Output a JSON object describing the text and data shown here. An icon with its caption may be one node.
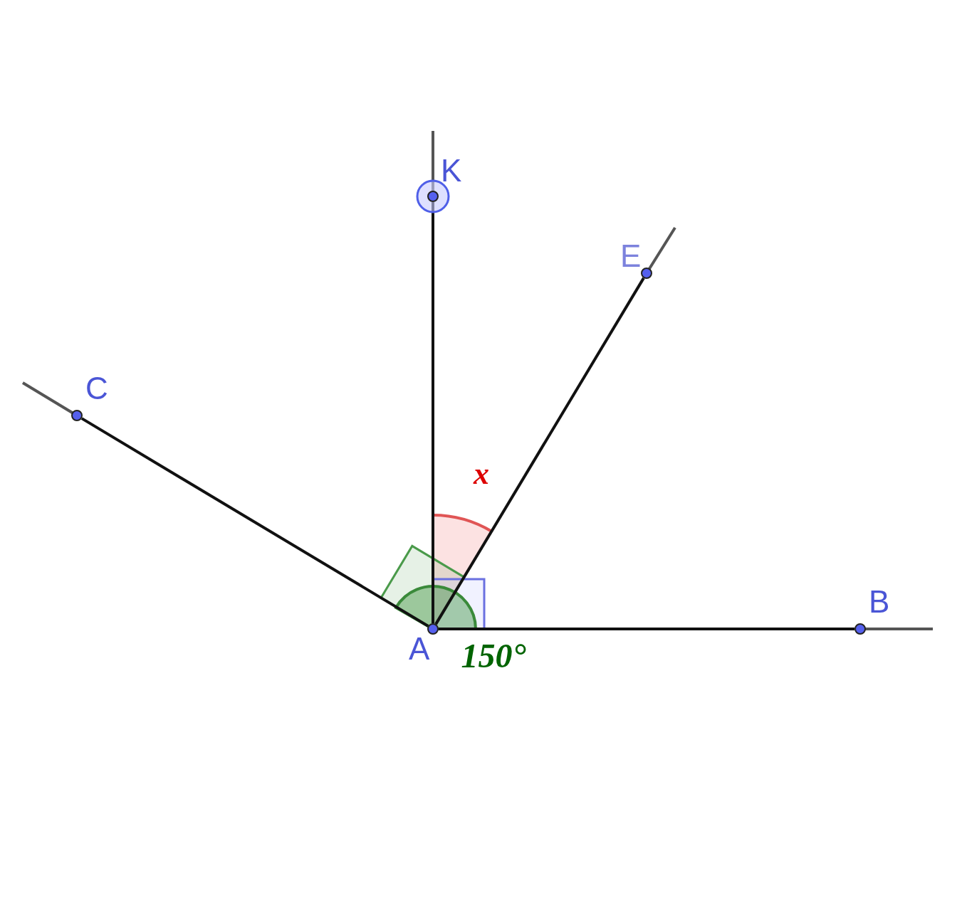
{
  "diagram": {
    "nodes": [
      {
        "text": [],
        "shape": "circle",
        "beside": [
          "K"
        ]
      },
      {
        "text": [],
        "shape": "circle",
        "beside": [
          "E"
        ]
      },
      {
        "text": [],
        "shape": "circle",
        "beside": [
          "C"
        ]
      },
      {
        "text": [],
        "shape": "circle",
        "beside": [
          "B"
        ]
      },
      {
        "text": [],
        "shape": "circle",
        "beside": [
          "A"
        ]
      }
    ],
    "edges": [
      {
        "from": 4,
        "to": 0,
        "arrow": "none"
      },
      {
        "from": 4,
        "to": 1,
        "arrow": "none"
      },
      {
        "from": 4,
        "to": 2,
        "arrow": "none"
      },
      {
        "from": 4,
        "to": 3,
        "arrow": "none"
      }
    ],
    "labels": [
      "x",
      "150°"
    ]
  }
}
